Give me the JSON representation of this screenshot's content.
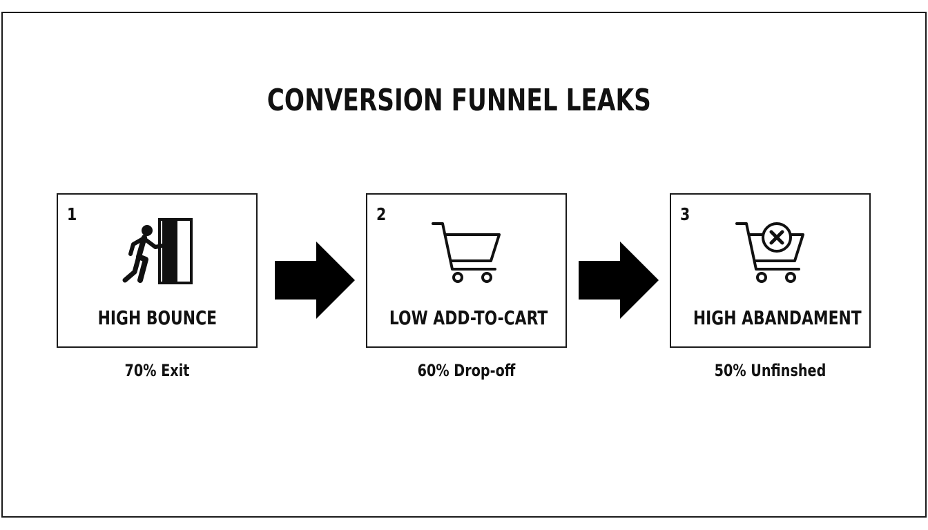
{
  "title": "CONVERSION FUNNEL LEAKS",
  "stages": [
    {
      "number": "1",
      "label": "HIGH BOUNCE",
      "stat": "70% Exit",
      "icon": "exit-door-icon"
    },
    {
      "number": "2",
      "label": "LOW ADD-TO-CART",
      "stat": "60% Drop-off",
      "icon": "shopping-cart-icon"
    },
    {
      "number": "3",
      "label": "HIGH ABANDAMENT",
      "stat": "50% Unfinshed",
      "icon": "cart-cancel-icon"
    }
  ],
  "arrows": [
    "arrow-right-icon",
    "arrow-right-icon"
  ],
  "colors": {
    "ink": "#111111",
    "background": "#ffffff"
  }
}
